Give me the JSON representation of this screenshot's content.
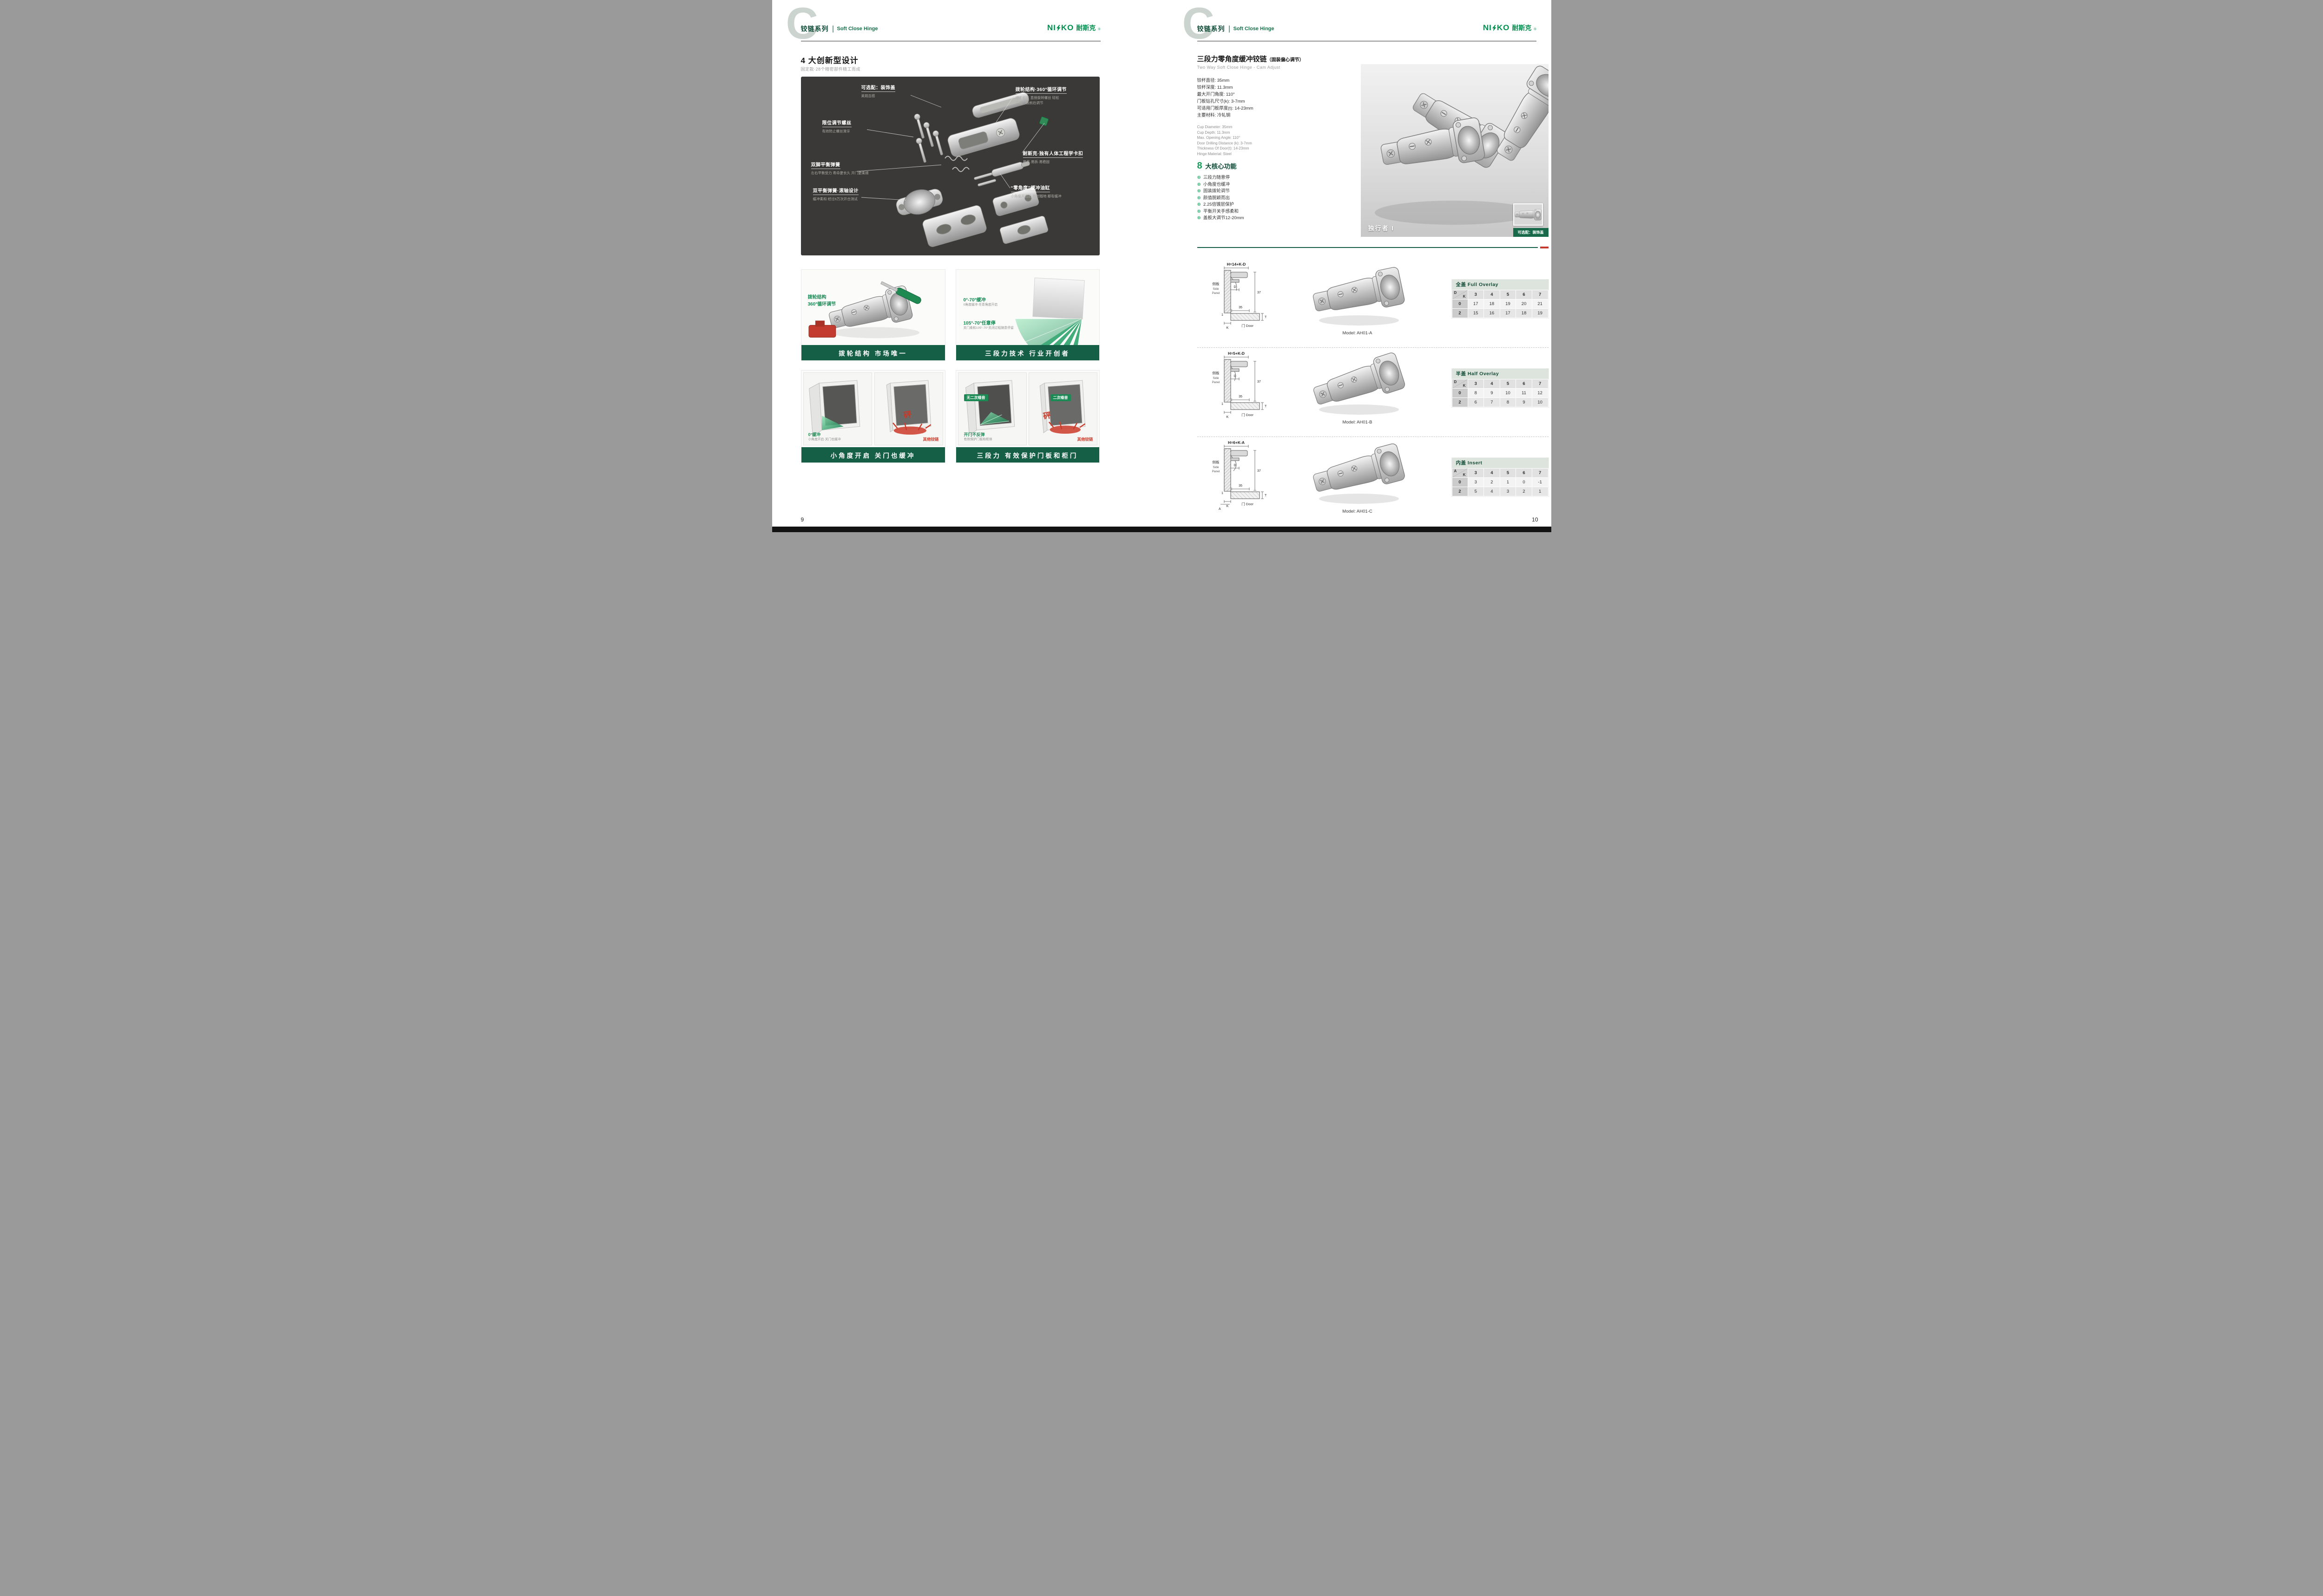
{
  "header": {
    "watermark": "C",
    "series": "铰链系列",
    "series_en": "Soft Close Hinge"
  },
  "brand": {
    "n1": "NI",
    "n2": "KO",
    "cn": "耐斯克",
    "reg": "®"
  },
  "left": {
    "title": "4 大创新型设计",
    "subtitle": "固定款·28个精密部件精工而成",
    "callouts": [
      {
        "label": "可选配：装饰盖",
        "desc": "美观百搭"
      },
      {
        "label": "拨轮结构·360°循环调节",
        "desc": "可不松开 直接旋转螺丝 轻松\n实现门板前后调节"
      },
      {
        "label": "限位调节螺丝",
        "desc": "有效防止螺丝滑牙"
      },
      {
        "label": "耐斯克·独有人体工程学卡扣",
        "desc": "易装·易拆·易稳固"
      },
      {
        "label": "双脚平衡弹簧",
        "desc": "左右平衡受力 寿命更长久 开门更柔顺"
      },
      {
        "label": "双平衡弹簧·滚轴设计",
        "desc": "缓冲柔和 经过6万次开合测试"
      },
      {
        "label": "“零角度”缓冲油缸",
        "desc": "小角度开启后 随时随地 都有缓冲"
      }
    ],
    "panel_wheel": {
      "tag1": "拨轮结构",
      "tag2": "360°循环调节",
      "caption": "拨轮结构 市场唯一"
    },
    "panel_angle": {
      "label1": "0°-70°缓冲",
      "desc1": "0角度缓冲 任意角度开启",
      "label2": "105°-70°任意停",
      "desc2": "关门柔和105°-70°关闭过程随意停留",
      "caption": "三段力技术 行业开创者"
    },
    "panel_open": {
      "label": "0°缓冲",
      "desc": "小角度开启·关门也缓冲",
      "bang": "砰",
      "other": "其他铰链",
      "caption": "小角度开启 关门也缓冲"
    },
    "panel_protect": {
      "label1": "无二次噪音",
      "desc1": "开门不反弹",
      "desc1b": "有效保护门板和柜体",
      "label2": "二次噪音",
      "bang": "砰",
      "other": "其他铰链",
      "caption": "三段力 有效保护门板和柜门"
    },
    "page_number": "9"
  },
  "right": {
    "title": "三段力零角度缓冲铰链",
    "title_note": "（固装偏心调节）",
    "subtitle_en": "Two Way Soft Close Hinge - Cam Adjust",
    "specs_cn": [
      "铰杯直径: 35mm",
      "铰杯深度: 11.3mm",
      "最大开门角度: 110°",
      "门板钻孔尺寸(k): 3-7mm",
      "可适用门板厚度(t): 14-23mm",
      "主要材料: 冷轧钢"
    ],
    "specs_en": [
      "Cup Diameter: 35mm",
      "Cup Depth: 11.3mm",
      "Max. Opening Angle: 110°",
      "Door Drilling Distance (k): 3-7mm",
      "Thickness Of Door(t): 14-23mm",
      "Hinge Material: Steel"
    ],
    "features_num": "8",
    "features_title": "大核心功能",
    "features_icon": "⊕",
    "features": [
      "三段力随意停",
      "小角度也缓冲",
      "固装拨轮调节",
      "颜值脱颖而出",
      "2.25倍镀层保护",
      "平衡开关手感柔和",
      "盖板大调节12-20mm"
    ],
    "product": {
      "name": "独行者 I",
      "tag": "可选配：装饰盖"
    },
    "drawing": {
      "side_cn": "侧板",
      "side_en1": "Side",
      "side_en2": "Panel",
      "door": "门 Door"
    },
    "sections": [
      {
        "formula": "H=14+K-D",
        "dims": {
          "d": "D",
          "v": "37",
          "cup": "35",
          "k": "K",
          "t": "T",
          "gap": "1",
          "a": ""
        },
        "model": "Model: AH01-A",
        "table": {
          "title": "全盖 Full Overlay",
          "corner_row": "D",
          "corner_col": "K",
          "cols": [
            "3",
            "4",
            "5",
            "6",
            "7"
          ],
          "rows": [
            {
              "label": "0",
              "values": [
                "17",
                "18",
                "19",
                "20",
                "21"
              ]
            },
            {
              "label": "2",
              "values": [
                "15",
                "16",
                "17",
                "18",
                "19"
              ]
            }
          ]
        }
      },
      {
        "formula": "H=5+K-D",
        "dims": {
          "d": "D",
          "v": "37",
          "cup": "35",
          "k": "K",
          "t": "T",
          "gap": "1",
          "a": ""
        },
        "model": "Model: AH01-B",
        "table": {
          "title": "半盖 Half Overlay",
          "corner_row": "D",
          "corner_col": "K",
          "cols": [
            "3",
            "4",
            "5",
            "6",
            "7"
          ],
          "rows": [
            {
              "label": "0",
              "values": [
                "8",
                "9",
                "10",
                "11",
                "12"
              ]
            },
            {
              "label": "2",
              "values": [
                "6",
                "7",
                "8",
                "9",
                "10"
              ]
            }
          ]
        }
      },
      {
        "formula": "H=6+K-A",
        "dims": {
          "d": "D",
          "v": "37",
          "cup": "35",
          "k": "K",
          "t": "T",
          "gap": "1",
          "a": "A"
        },
        "model": "Model: AH01-C",
        "table": {
          "title": "内盖 Insert",
          "corner_row": "A",
          "corner_col": "K",
          "cols": [
            "3",
            "4",
            "5",
            "6",
            "7"
          ],
          "rows": [
            {
              "label": "0",
              "values": [
                "3",
                "2",
                "1",
                "0",
                "-1"
              ]
            },
            {
              "label": "2",
              "values": [
                "5",
                "4",
                "3",
                "2",
                "1"
              ]
            }
          ]
        }
      }
    ],
    "page_number": "10"
  }
}
